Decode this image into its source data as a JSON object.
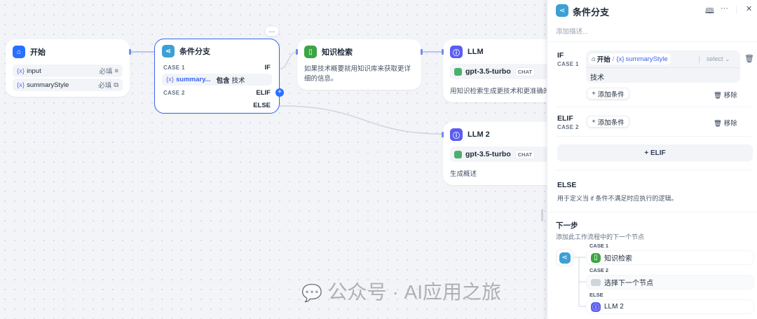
{
  "canvas": {
    "start": {
      "title": "开始",
      "vars": [
        {
          "name": "input",
          "req": "必填"
        },
        {
          "name": "summaryStyle",
          "req": "必填"
        }
      ]
    },
    "branch": {
      "title": "条件分支",
      "more": "···",
      "case1": "CASE 1",
      "if": "IF",
      "cond_var": "summary...",
      "cond_op": "包含",
      "cond_val": "技术",
      "case2": "CASE 2",
      "elif": "ELIF",
      "else": "ELSE",
      "add": "+"
    },
    "knowledge": {
      "title": "知识检索",
      "desc": "如果技术概要就用知识库来获取更详细的信息。"
    },
    "llm": {
      "title": "LLM",
      "model": "gpt-3.5-turbo",
      "mode": "CHAT",
      "desc": "用知识检索生成更技术和更准确的总"
    },
    "llm2": {
      "title": "LLM 2",
      "model": "gpt-3.5-turbo",
      "mode": "CHAT",
      "desc": "生成概述"
    }
  },
  "panel": {
    "title": "条件分支",
    "desc_placeholder": "添加描述...",
    "if": {
      "label": "IF",
      "case": "CASE 1",
      "source": "开始",
      "sep": "/",
      "var": "summaryStyle",
      "operator": "select",
      "value": "技术",
      "add": "添加条件",
      "remove": "移除"
    },
    "elif": {
      "label": "ELIF",
      "case": "CASE 2",
      "add": "添加条件",
      "remove": "移除"
    },
    "add_elif": "+ ELIF",
    "else": {
      "label": "ELSE",
      "desc": "用于定义当 if 条件不满足时应执行的逻辑。"
    },
    "next": {
      "title": "下一步",
      "desc": "添加此工作流程中的下一个节点",
      "branches": [
        {
          "case": "CASE 1",
          "node": "知识检索"
        },
        {
          "case": "CASE 2",
          "node": "选择下一个节点"
        },
        {
          "case": "ELSE",
          "node": "LLM 2"
        }
      ]
    }
  },
  "watermark": "公众号 · AI应用之旅"
}
